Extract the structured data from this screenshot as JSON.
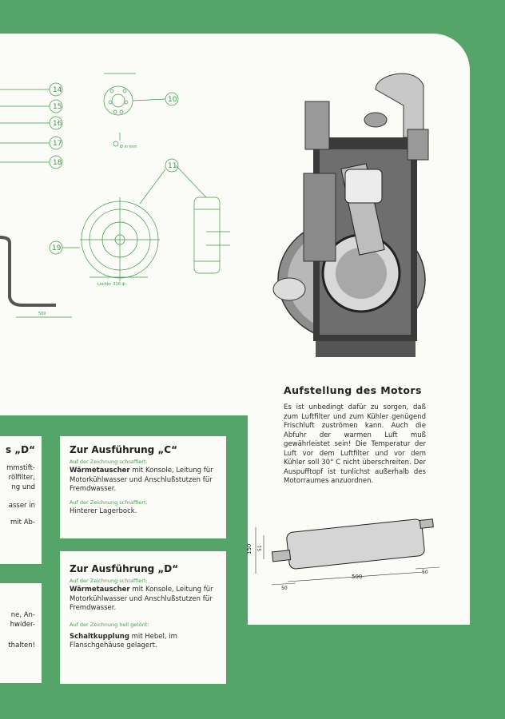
{
  "right_section": {
    "title": "Aufstellung des Motors",
    "paragraph": "Es ist unbedingt dafür zu sorgen, daß zum Luftfilter und zum Kühler genügend Frischluft zuströmen kann. Auch die Abfuhr der warmen Luft muß gewährleistet sein! Die Temperatur der Luft vor dem Luftfilter und vor dem Kühler soll 30° C nicht überschreiten. Der Auspufftopf ist tunlichst außerhalb des Motorraumes anzuordnen."
  },
  "muffler_dims": {
    "d1": "150",
    "d2": "51",
    "len": "500",
    "l1": "50",
    "l2": "50"
  },
  "drawing": {
    "callouts": [
      "14",
      "15",
      "16",
      "17",
      "18",
      "10",
      "11",
      "19"
    ],
    "bolt_label": "Ø in mm",
    "dim_left": "500",
    "flange_label": "Lochkr. 316 ф"
  },
  "card_c": {
    "title": "Zur Ausführung „C“",
    "note1": "Auf der Zeichnung schraffiert:",
    "text1_bold": "Wärmetauscher",
    "text1_rest": " mit Konsole, Leitung für Motorkühlwasser und Anschlußstutzen für Fremdwasser.",
    "note2": "Auf der Zeichnung schraffiert:",
    "text2": "Hinterer Lagerbock."
  },
  "card_d": {
    "title": "Zur Ausführung „D“",
    "note1": "Auf der Zeichnung schraffiert:",
    "text1_bold": "Wärmetauscher",
    "text1_rest": " mit Konsole, Leitung für Motorkühlwasser und Anschlußstutzen für Fremdwasser.",
    "note2": "Auf der Zeichnung hell getönt:",
    "text2_bold": "Schaltkupplung",
    "text2_rest": " mit Hebel, im Flanschgehäuse gelagert."
  },
  "left_card_top": {
    "title": "s „D“",
    "lines": [
      "mmstift-",
      "rölfilter,",
      "ng und",
      "asser in",
      "mit Ab-"
    ]
  },
  "left_card_bottom": {
    "lines": [
      "ne, An-",
      "hwider-",
      "thalten!"
    ]
  },
  "colors": {
    "green": "#55a56a",
    "paper": "#fbfbf7",
    "line_green": "#3c9a48"
  }
}
